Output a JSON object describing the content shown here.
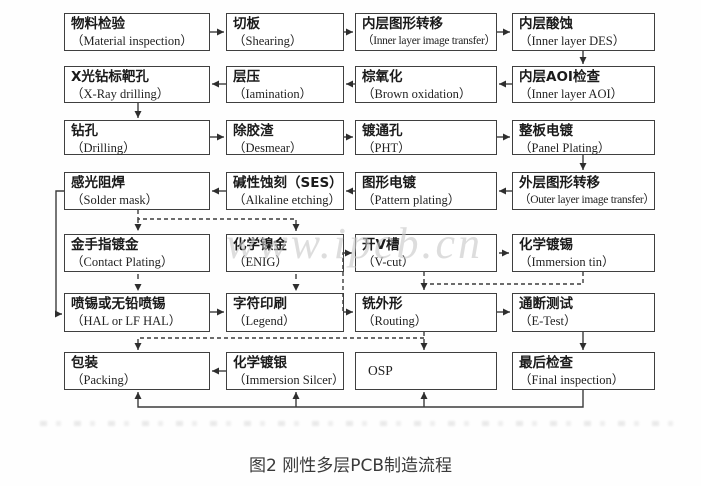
{
  "watermark": "www.ipcb.cn",
  "caption": "图2 刚性多层PCB制造流程",
  "colors": {
    "line": "#3c3c3c",
    "box_border": "#3f3f3f",
    "text": "#1a1a1a",
    "watermark": "#c8c8c8"
  },
  "boxes": [
    {
      "zh": "物料检验",
      "en": "（Material inspection）"
    },
    {
      "zh": "切板",
      "en": "（Shearing）"
    },
    {
      "zh": "内层图形转移",
      "en": "（Inner layer image transfer）"
    },
    {
      "zh": "内层酸蚀",
      "en": "（Inner layer DES）"
    },
    {
      "zh": "X光钻标靶孔",
      "en": "（X-Ray drilling）"
    },
    {
      "zh": "层压",
      "en": "（Iamination）"
    },
    {
      "zh": "棕氧化",
      "en": "（Brown oxidation）"
    },
    {
      "zh": "内层AOI检查",
      "en": "（Inner layer AOI）"
    },
    {
      "zh": "钻孔",
      "en": "（Drilling）"
    },
    {
      "zh": "除胶渣",
      "en": "（Desmear）"
    },
    {
      "zh": "镀通孔",
      "en": "（PHT）"
    },
    {
      "zh": "整板电镀",
      "en": "（Panel Plating）"
    },
    {
      "zh": "感光阻焊",
      "en": "（Solder mask）"
    },
    {
      "zh": "碱性蚀刻（SES）",
      "en": "（Alkaline etching）"
    },
    {
      "zh": "图形电镀",
      "en": "（Pattern plating）"
    },
    {
      "zh": "外层图形转移",
      "en": "（Outer layer image transfer）"
    },
    {
      "zh": "金手指镀金",
      "en": "（Contact Plating）"
    },
    {
      "zh": "化学镍金",
      "en": "（ENIG）"
    },
    {
      "zh": "开V槽",
      "en": "（V-cut）"
    },
    {
      "zh": "化学镀锡",
      "en": "（Immersion tin）"
    },
    {
      "zh": "喷锡或无铅喷锡",
      "en": "（HAL or LF HAL）"
    },
    {
      "zh": "字符印刷",
      "en": "（Legend）"
    },
    {
      "zh": "铣外形",
      "en": "（Routing）"
    },
    {
      "zh": "通断测试",
      "en": "（E-Test）"
    },
    {
      "zh": "包装",
      "en": "（Packing）"
    },
    {
      "zh": "化学镀银",
      "en": "（Immersion Silcer）"
    },
    {
      "zh": "",
      "en": "OSP"
    },
    {
      "zh": "最后检查",
      "en": "（Final inspection）"
    }
  ]
}
